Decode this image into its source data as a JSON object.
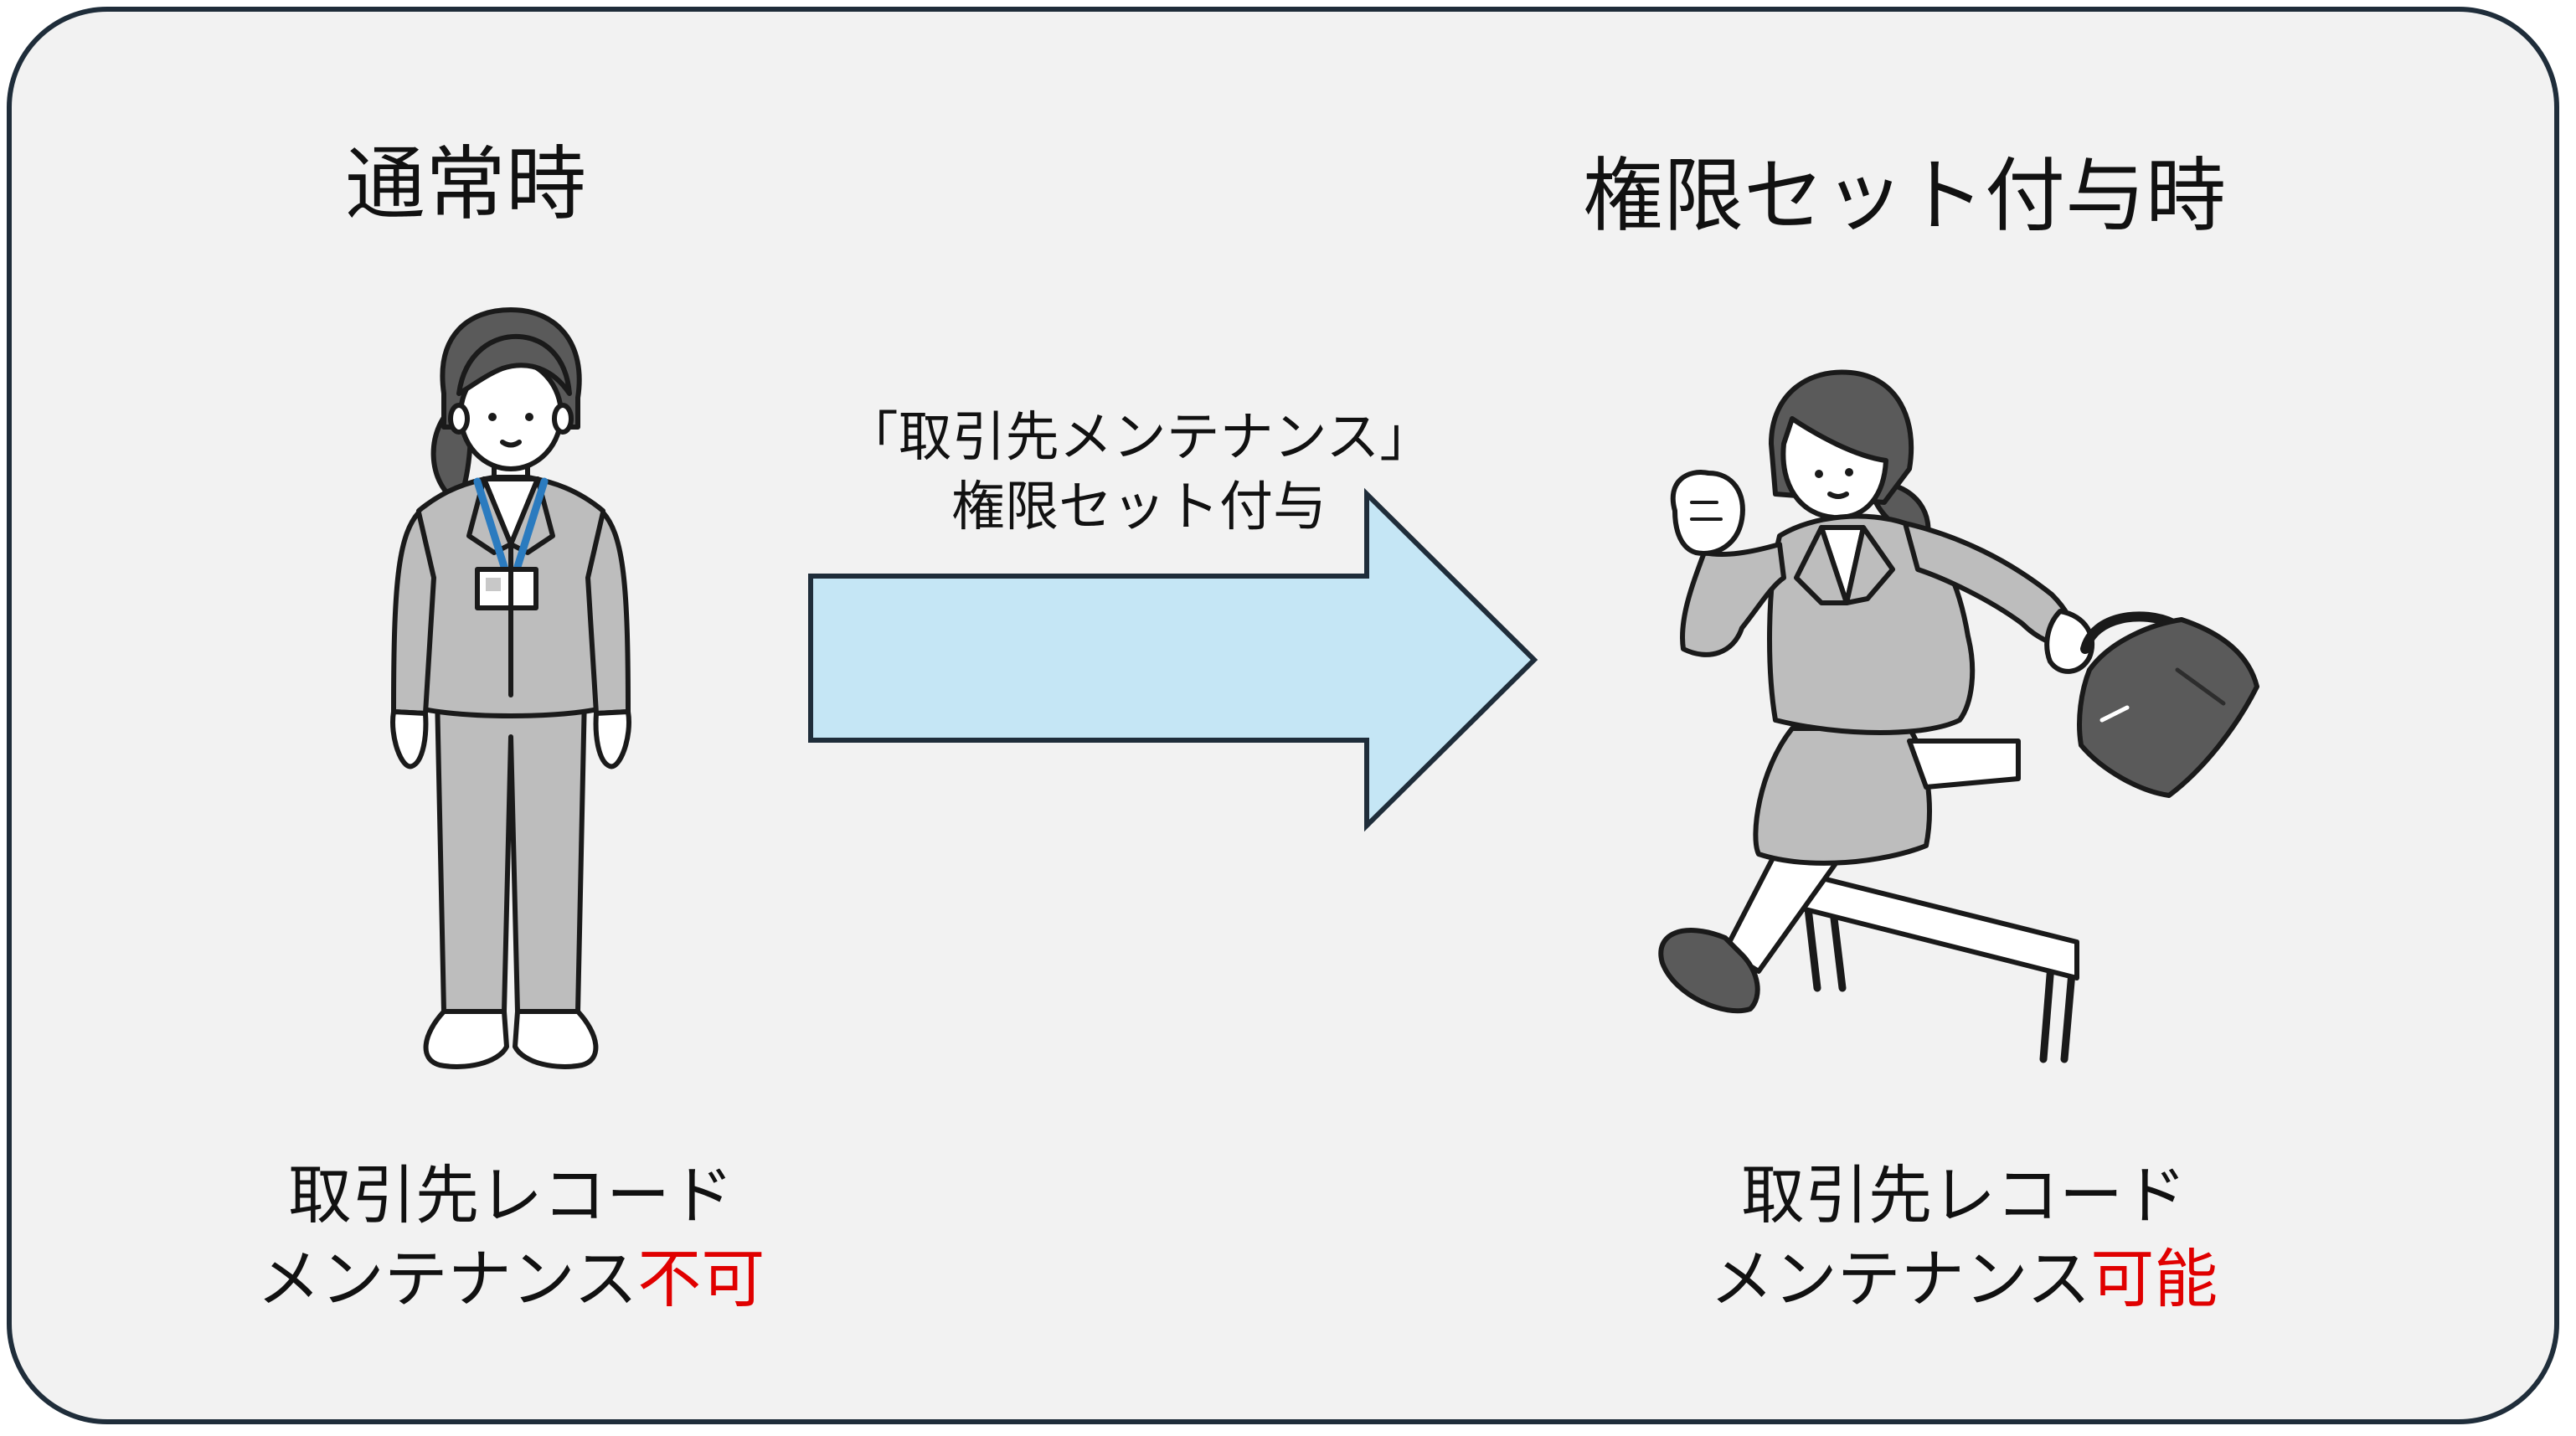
{
  "diagram": {
    "left": {
      "heading": "通常時",
      "caption_line1": "取引先レコード",
      "caption_line2_prefix": "メンテナンス",
      "caption_line2_status": "不可"
    },
    "right": {
      "heading": "権限セット付与時",
      "caption_line1": "取引先レコード",
      "caption_line2_prefix": "メンテナンス",
      "caption_line2_status": "可能"
    },
    "arrow": {
      "label_line1": "「取引先メンテナンス」",
      "label_line2": "権限セット付与"
    }
  },
  "colors": {
    "panel_background": "#f2f2f2",
    "panel_border": "#1f2d3a",
    "arrow_fill": "#c5e6f5",
    "arrow_stroke": "#1f2d3a",
    "status_red": "#e00000",
    "suit_gray": "#bdbdbd",
    "hair_dark": "#5a5a5a",
    "lanyard_blue": "#2b7bbf"
  },
  "icons": [
    "standing-woman-illustration",
    "jumping-woman-illustration",
    "right-arrow-icon"
  ]
}
